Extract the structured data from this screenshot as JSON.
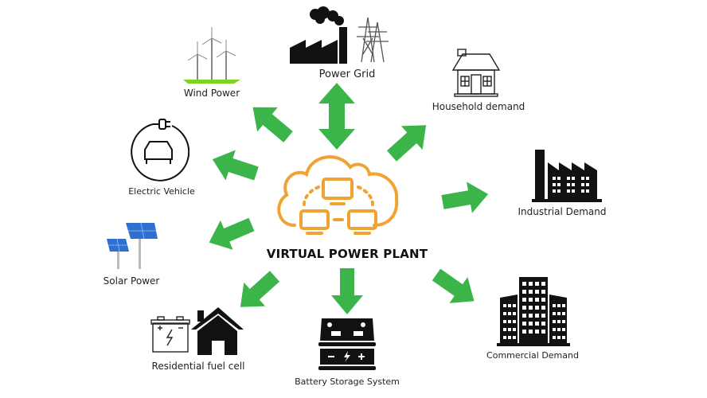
{
  "center": {
    "title": "VIRTUAL POWER PLANT",
    "icon": "cloud-network-icon"
  },
  "colors": {
    "arrow": "#3bb54a",
    "cloud": "#f0a330",
    "icon": "#111111",
    "grass": "#7ed321",
    "solar": "#2f6fd1"
  },
  "nodes": [
    {
      "id": "power-grid",
      "label": "Power Grid",
      "icon": "factory-pylon-icon",
      "direction": "bidirectional"
    },
    {
      "id": "wind-power",
      "label": "Wind Power",
      "icon": "wind-turbine-icon",
      "direction": "inbound"
    },
    {
      "id": "household-demand",
      "label": "Household demand",
      "icon": "house-outline-icon",
      "direction": "outbound"
    },
    {
      "id": "electric-vehicle",
      "label": "Electric Vehicle",
      "icon": "ev-charging-icon",
      "direction": "outbound"
    },
    {
      "id": "industrial-demand",
      "label": "Industrial Demand",
      "icon": "industrial-factory-icon",
      "direction": "outbound"
    },
    {
      "id": "solar-power",
      "label": "Solar Power",
      "icon": "solar-panel-icon",
      "direction": "inbound"
    },
    {
      "id": "residential-fuel-cell",
      "label": "Residential fuel cell",
      "icon": "battery-house-icon",
      "direction": "inbound"
    },
    {
      "id": "battery-storage-system",
      "label": "Battery Storage System",
      "icon": "battery-storage-icon",
      "direction": "bidirectional"
    },
    {
      "id": "commercial-demand",
      "label": "Commercial Demand",
      "icon": "office-buildings-icon",
      "direction": "outbound"
    }
  ]
}
